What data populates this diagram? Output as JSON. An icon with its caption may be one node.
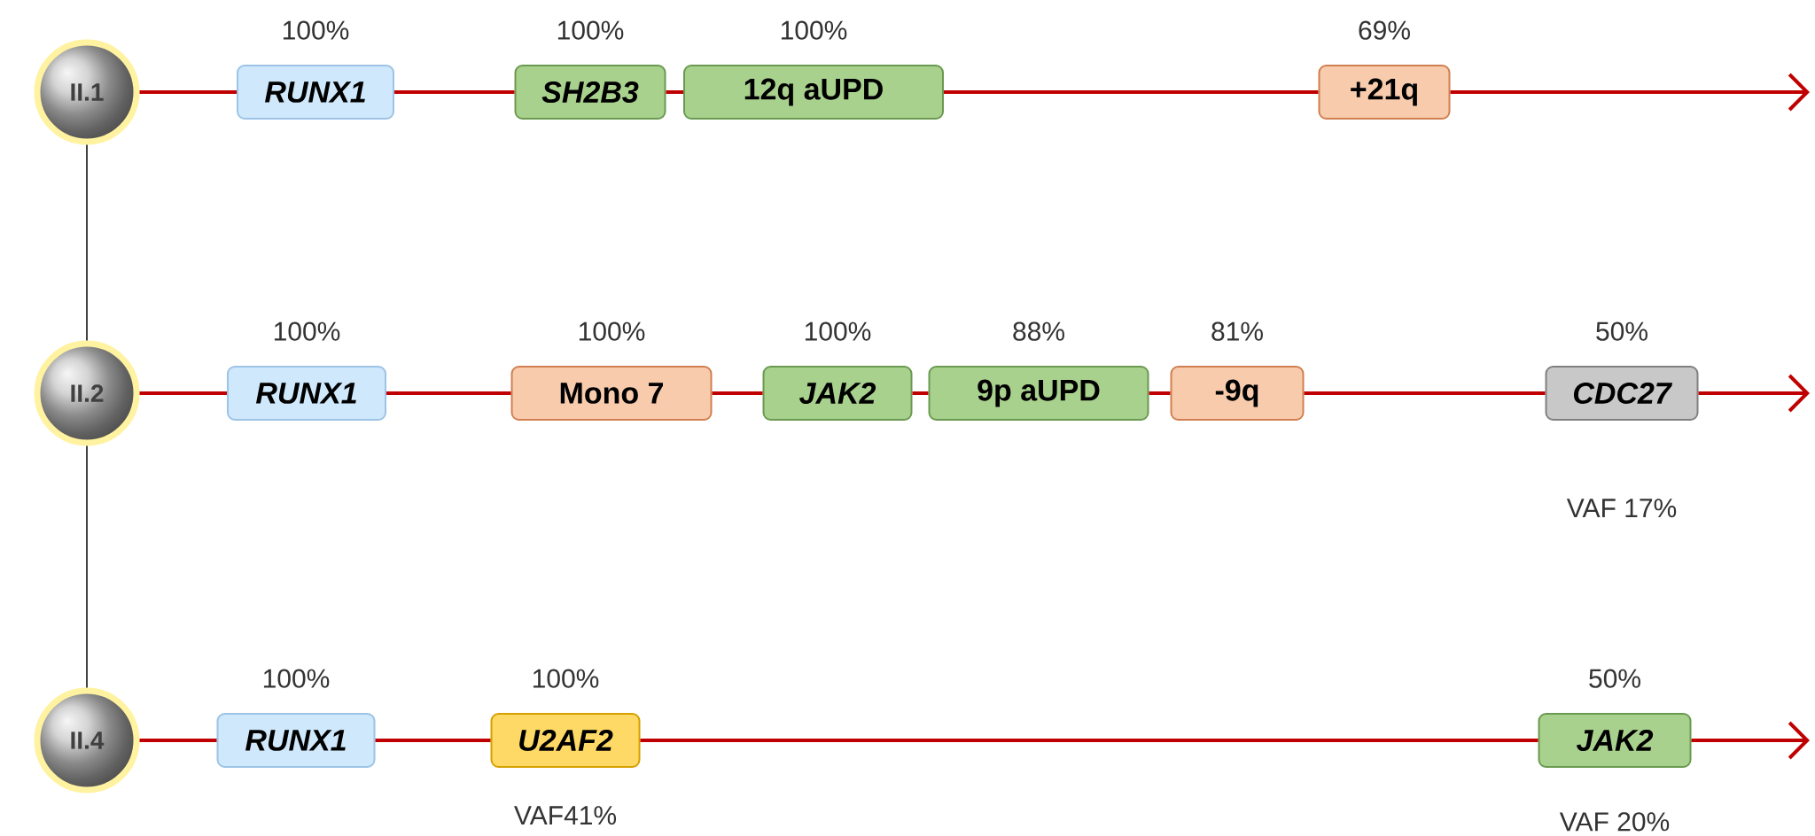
{
  "diagram": {
    "nodes": [
      {
        "text": [
          "II.1"
        ]
      },
      {
        "text": [
          "RUNX1"
        ],
        "beside": [
          "100%"
        ]
      },
      {
        "text": [
          "SH2B3"
        ],
        "beside": [
          "100%"
        ]
      },
      {
        "text": [
          "12q aUPD"
        ],
        "beside": [
          "100%"
        ]
      },
      {
        "text": [
          "+21q"
        ],
        "beside": [
          "69%"
        ]
      },
      {
        "text": [
          "II.2"
        ]
      },
      {
        "text": [
          "RUNX1"
        ],
        "beside": [
          "100%"
        ]
      },
      {
        "text": [
          "Mono 7"
        ],
        "beside": [
          "100%"
        ]
      },
      {
        "text": [
          "JAK2"
        ],
        "beside": [
          "100%"
        ]
      },
      {
        "text": [
          "9p aUPD"
        ],
        "beside": [
          "88%"
        ]
      },
      {
        "text": [
          "-9q"
        ],
        "beside": [
          "81%"
        ]
      },
      {
        "text": [
          "CDC27"
        ],
        "beside": [
          "50%",
          "VAF 17%"
        ]
      },
      {
        "text": [
          "II.4"
        ]
      },
      {
        "text": [
          "RUNX1"
        ],
        "beside": [
          "100%"
        ]
      },
      {
        "text": [
          "U2AF2"
        ],
        "beside": [
          "100%",
          "VAF41%"
        ]
      },
      {
        "text": [
          "JAK2"
        ],
        "beside": [
          "50%",
          "VAF 20%"
        ]
      }
    ],
    "edges": [
      {
        "from": 0,
        "to": 1,
        "arrow": "none"
      },
      {
        "from": 1,
        "to": 2,
        "arrow": "none"
      },
      {
        "from": 2,
        "to": 3,
        "arrow": "none"
      },
      {
        "from": 3,
        "to": 4,
        "arrow": "none"
      },
      {
        "from": 4,
        "to": null,
        "arrow": "to"
      },
      {
        "from": 5,
        "to": 6,
        "arrow": "none"
      },
      {
        "from": 6,
        "to": 7,
        "arrow": "none"
      },
      {
        "from": 7,
        "to": 8,
        "arrow": "none"
      },
      {
        "from": 8,
        "to": 9,
        "arrow": "none"
      },
      {
        "from": 9,
        "to": 10,
        "arrow": "none"
      },
      {
        "from": 10,
        "to": 11,
        "arrow": "none"
      },
      {
        "from": 11,
        "to": null,
        "arrow": "to"
      },
      {
        "from": 12,
        "to": 13,
        "arrow": "none"
      },
      {
        "from": 13,
        "to": 14,
        "arrow": "none"
      },
      {
        "from": 14,
        "to": 15,
        "arrow": "none"
      },
      {
        "from": 15,
        "to": null,
        "arrow": "to"
      },
      {
        "from": 0,
        "to": 5,
        "arrow": "none",
        "color": "#000000"
      },
      {
        "from": 5,
        "to": 12,
        "arrow": "none",
        "color": "#000000"
      }
    ]
  }
}
